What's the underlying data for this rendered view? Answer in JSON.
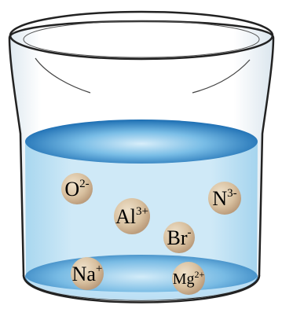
{
  "colors": {
    "glass_outline": "#222222",
    "glass_inner": "#f6fbff",
    "water_light": "#c9e7f7",
    "water_mid": "#9fd1ee",
    "water_surface_edge": "#0a5fa8",
    "water_surface_center": "#bfe3f7",
    "ion_fill": "#d9c2a0",
    "ion_shadow": "#b5977a",
    "label_color": "#000000"
  },
  "ions": [
    {
      "id": "oxide",
      "symbol": "O",
      "charge": "2-"
    },
    {
      "id": "aluminum",
      "symbol": "Al",
      "charge": "3+"
    },
    {
      "id": "nitride",
      "symbol": "N",
      "charge": "3-"
    },
    {
      "id": "bromide",
      "symbol": "Br",
      "charge": "-"
    },
    {
      "id": "sodium",
      "symbol": "Na",
      "charge": "+"
    },
    {
      "id": "magnesium",
      "symbol": "Mg",
      "charge": "2+"
    }
  ]
}
